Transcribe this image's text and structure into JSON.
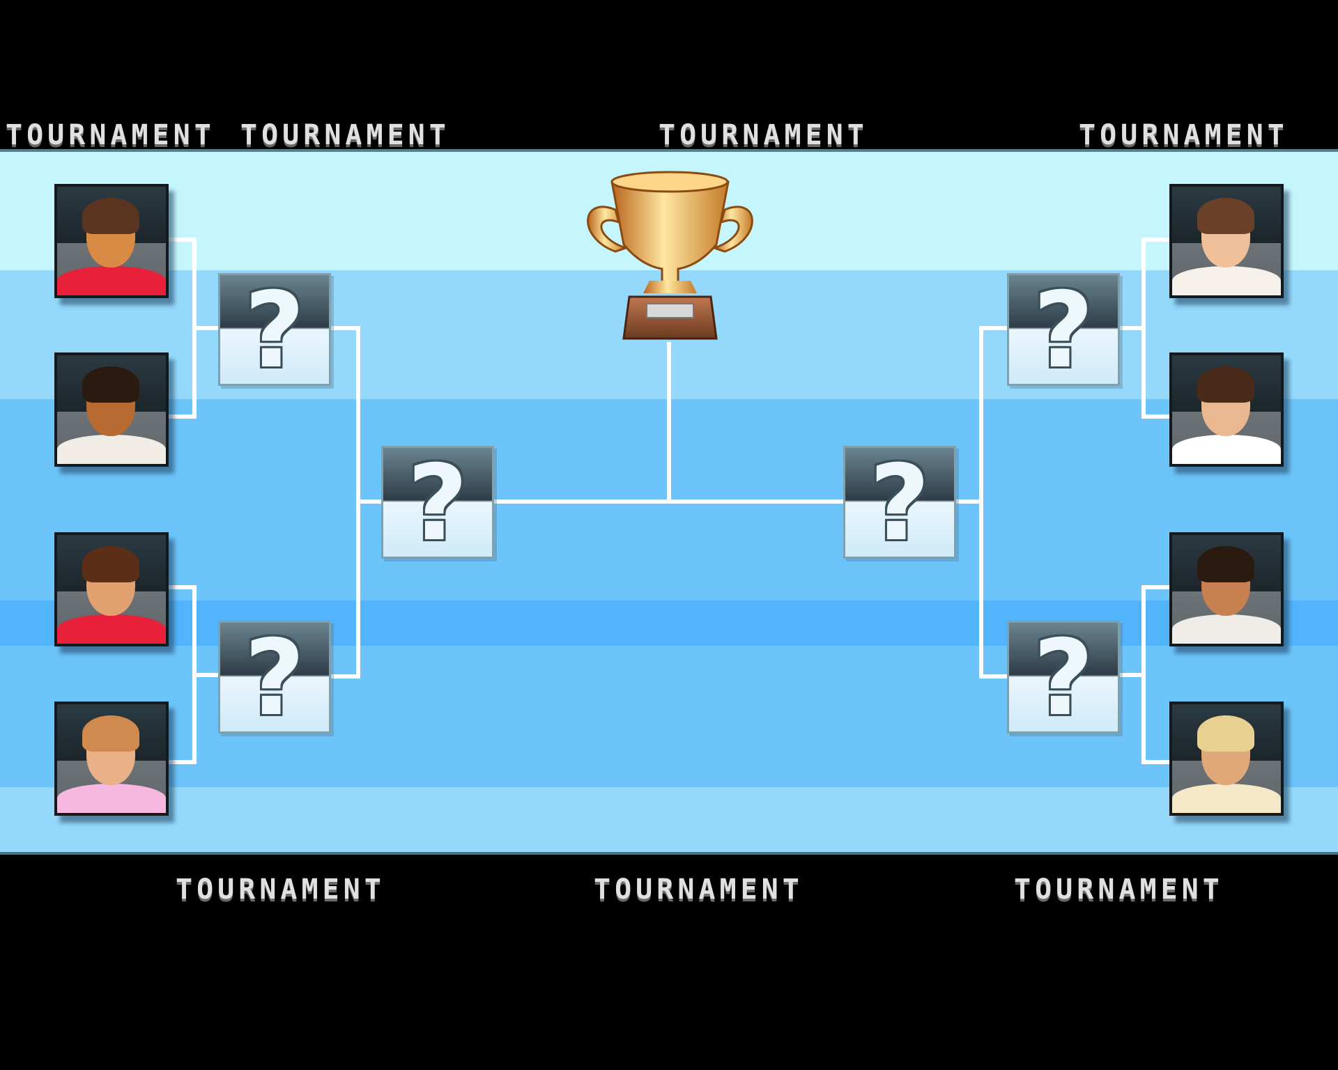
{
  "banners": {
    "top": [
      "TOURNAMENT",
      "TOURNAMENT",
      "TOURNAMENT",
      "TOURNAMENT"
    ],
    "bottom": [
      "TOURNAMENT",
      "TOURNAMENT",
      "TOURNAMENT"
    ]
  },
  "colors": {
    "band1": "#c6f6fd",
    "band2": "#94d9fb",
    "band3": "#6cc4fa",
    "band4": "#52b4fb",
    "line": "#ffffff",
    "gold": "#e8a73a"
  },
  "bracket": {
    "left_players": [
      {
        "icon": "player-portrait",
        "skin": "#d98a45",
        "hair": "#5a3420",
        "shirt": "#e8203a"
      },
      {
        "icon": "player-portrait",
        "skin": "#b86a30",
        "hair": "#2a1a10",
        "shirt": "#f2ece6"
      },
      {
        "icon": "player-portrait",
        "skin": "#e0a070",
        "hair": "#5b2e18",
        "shirt": "#e8203a"
      },
      {
        "icon": "player-portrait",
        "skin": "#eab088",
        "hair": "#d08a50",
        "shirt": "#f6b8e0"
      }
    ],
    "right_players": [
      {
        "icon": "player-portrait",
        "skin": "#f0c09a",
        "hair": "#6a4028",
        "shirt": "#f6f0ea"
      },
      {
        "icon": "player-portrait",
        "skin": "#eab890",
        "hair": "#4a2a18",
        "shirt": "#ffffff"
      },
      {
        "icon": "player-portrait",
        "skin": "#c88050",
        "hair": "#2a1a10",
        "shirt": "#f0ece8"
      },
      {
        "icon": "player-portrait",
        "skin": "#e0a878",
        "hair": "#e8d090",
        "shirt": "#f4e8c8"
      }
    ],
    "unknown_label": "?"
  }
}
